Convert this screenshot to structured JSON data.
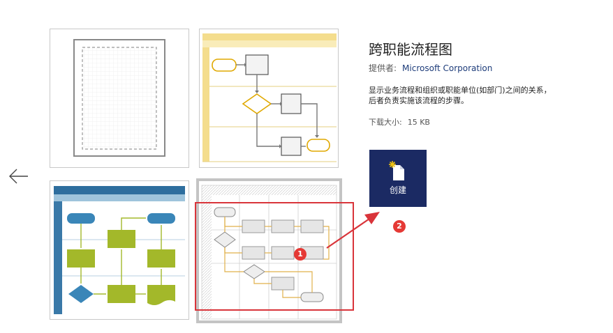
{
  "nav": {
    "back_icon": "arrow-left-icon"
  },
  "template": {
    "title": "跨职能流程图",
    "provider_label": "提供者:",
    "provider_name": "Microsoft Corporation",
    "description_line1": "显示业务流程和组织或职能单位(如部门)之间的关系，",
    "description_line2": "后者负责实施该流程的步骤。",
    "size_label": "下载大小:",
    "size_value": "15 KB"
  },
  "create_button": {
    "label": "创建",
    "icon": "new-document-icon"
  },
  "annotations": {
    "step1": "1",
    "step2": "2"
  },
  "colors": {
    "create_bg": "#1b2a63",
    "highlight": "#d9343a",
    "badge": "#e53935"
  }
}
